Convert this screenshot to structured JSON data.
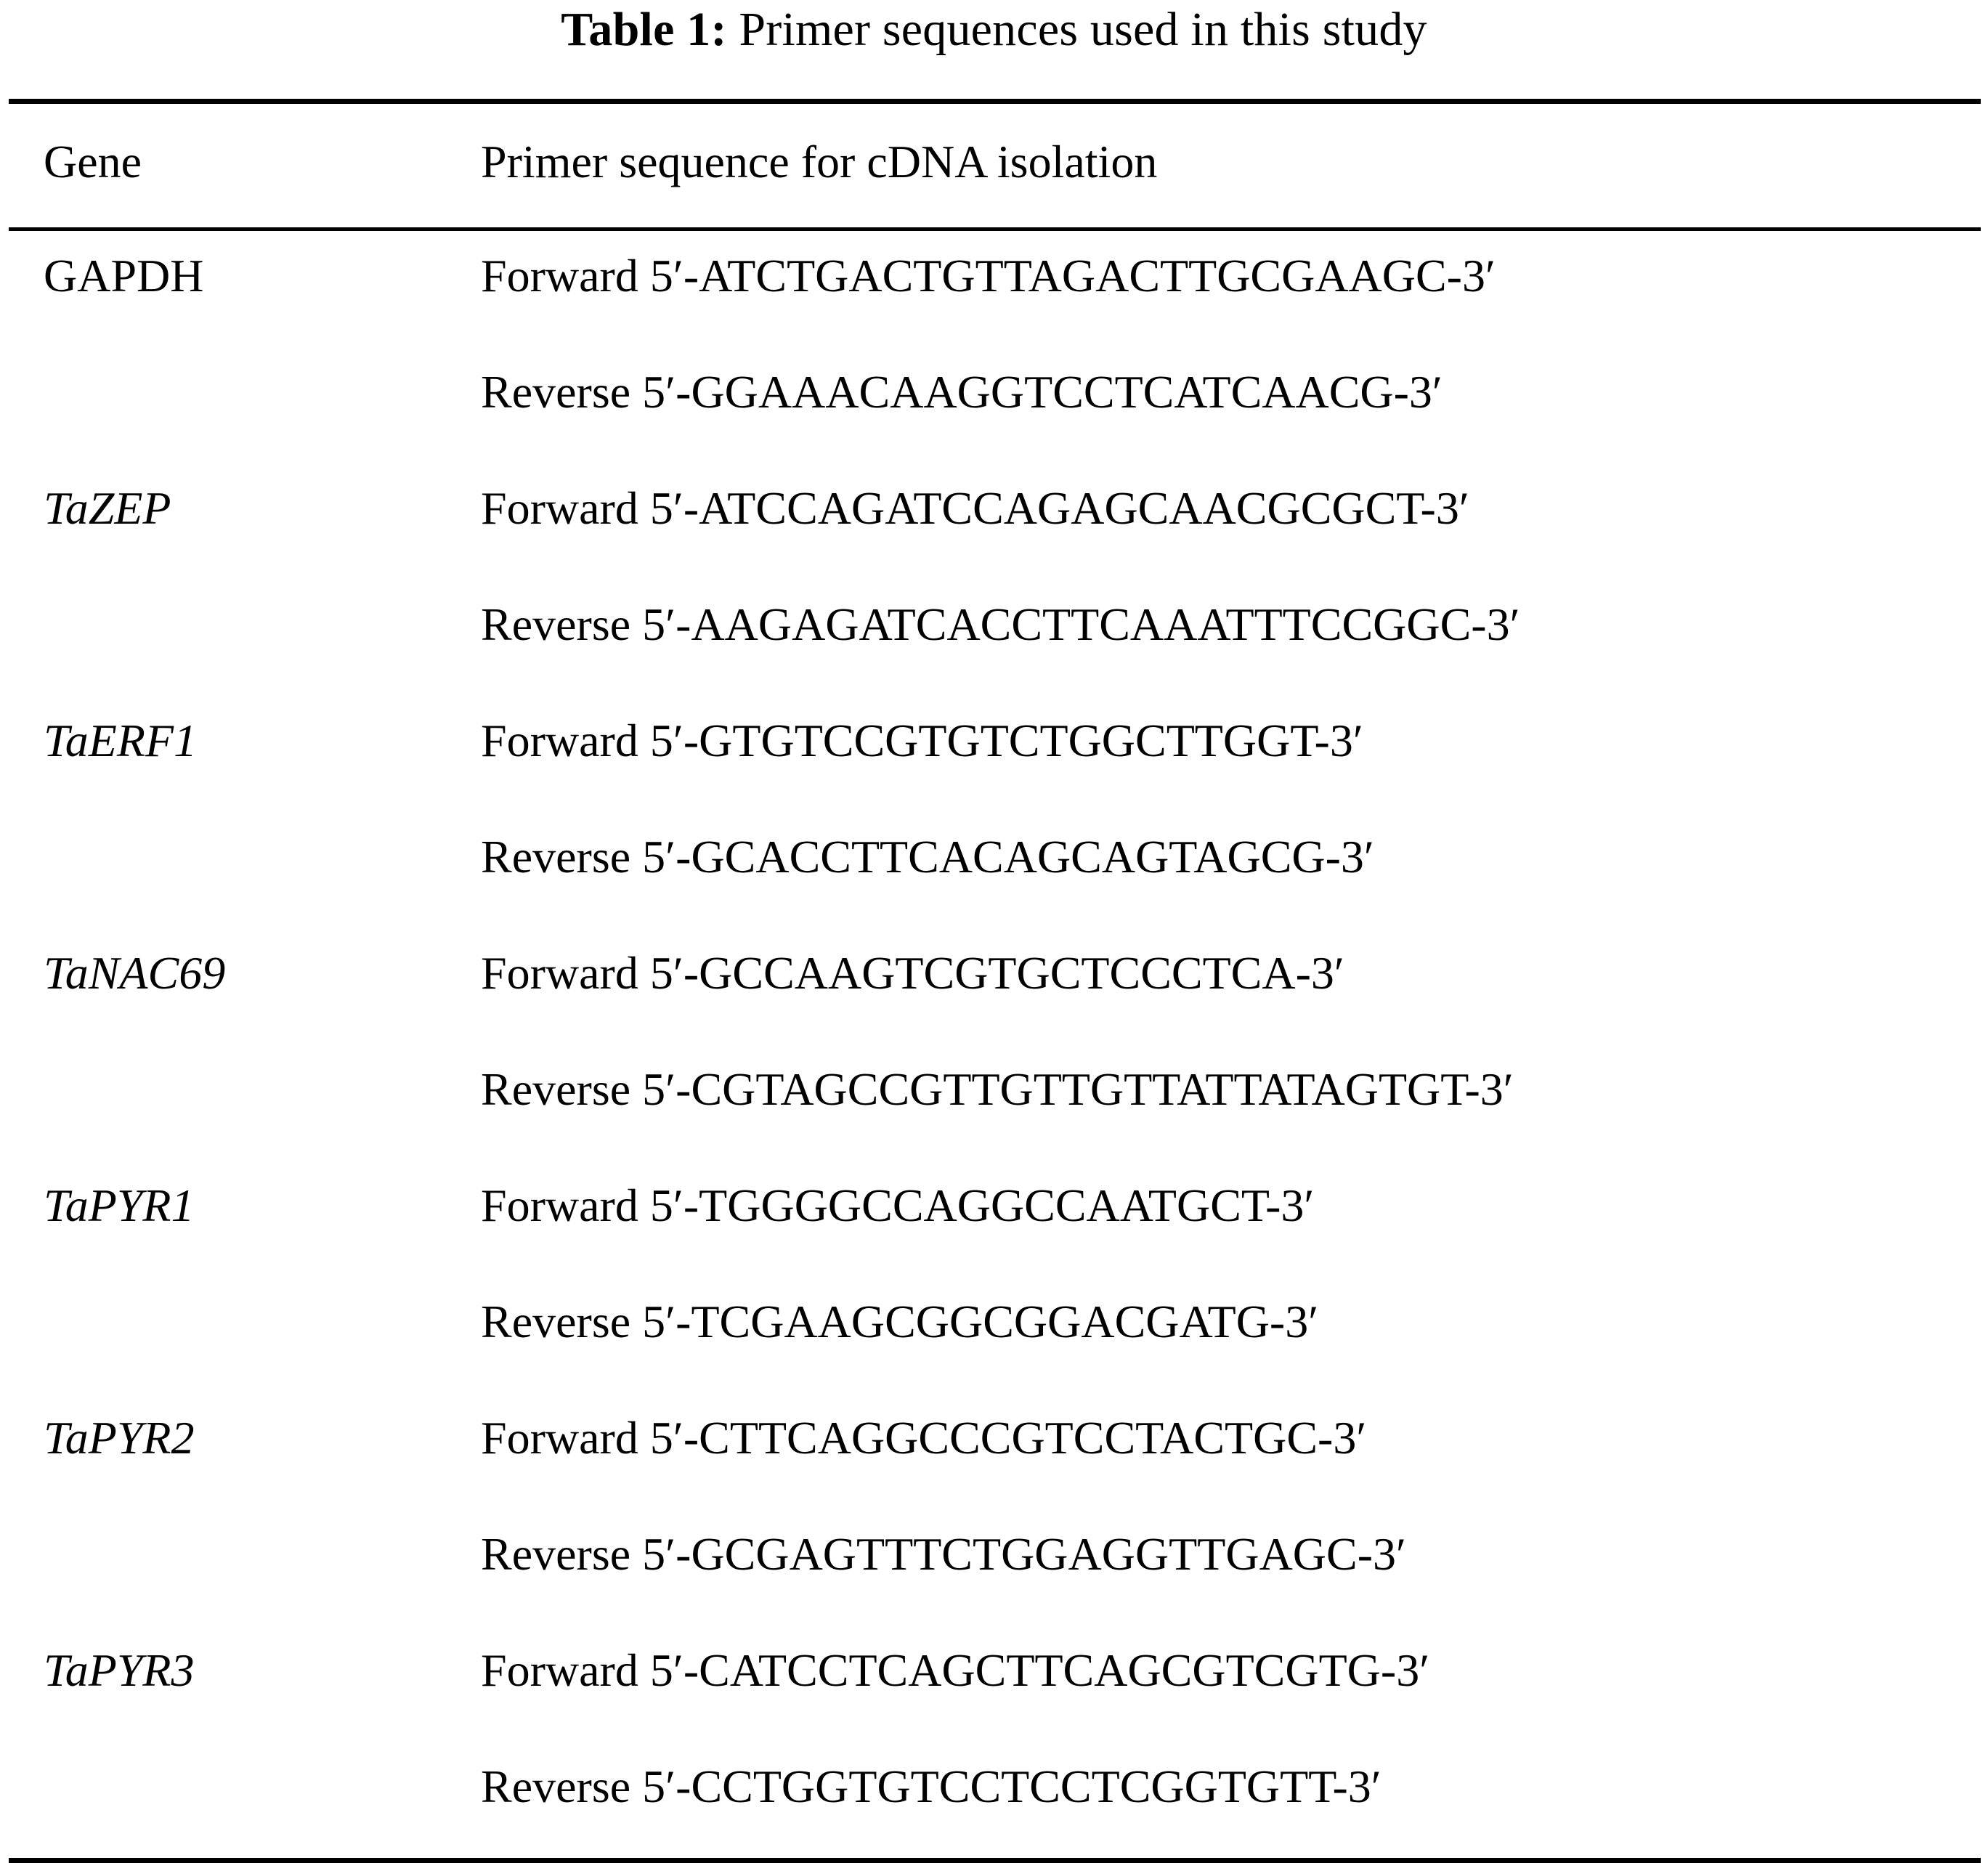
{
  "caption": {
    "label": "Table 1:",
    "text": "Primer sequences used in this study"
  },
  "columns": {
    "gene": "Gene",
    "sequence": "Primer sequence for cDNA isolation"
  },
  "labels": {
    "forward": "Forward",
    "reverse": "Reverse",
    "five_prime": "5′-",
    "three_prime": "-3′"
  },
  "chart_data": {
    "type": "table",
    "title": "Table 1: Primer sequences used in this study",
    "columns": [
      "Gene",
      "Primer sequence for cDNA isolation"
    ],
    "rows": [
      {
        "gene": "GAPDH",
        "italic": false,
        "direction": "Forward",
        "sequence": "ATCTGACTGTTAGACTTGCGAAGC"
      },
      {
        "gene": "",
        "italic": false,
        "direction": "Reverse",
        "sequence": "GGAAACAAGGTCCTCATCAACG"
      },
      {
        "gene": "TaZEP",
        "italic": true,
        "direction": "Forward",
        "sequence": "ATCCAGATCCAGAGCAACGCGCT"
      },
      {
        "gene": "",
        "italic": false,
        "direction": "Reverse",
        "sequence": "AAGAGATCACCTTCAAATTTCCGGC"
      },
      {
        "gene": "TaERF1",
        "italic": true,
        "direction": "Forward",
        "sequence": "GTGTCCGTGTCTGGCTTGGT"
      },
      {
        "gene": "",
        "italic": false,
        "direction": "Reverse",
        "sequence": "GCACCTTCACAGCAGTAGCG"
      },
      {
        "gene": "TaNAC69",
        "italic": true,
        "direction": "Forward",
        "sequence": "GCCAAGTCGTGCTCCCTCA"
      },
      {
        "gene": "",
        "italic": false,
        "direction": "Reverse",
        "sequence": "CGTAGCCGTTGTTGTTATTATAGTGT"
      },
      {
        "gene": "TaPYR1",
        "italic": true,
        "direction": "Forward",
        "sequence": "TGGGGCCAGGCCAATGCT"
      },
      {
        "gene": "",
        "italic": false,
        "direction": "Reverse",
        "sequence": "TCGAAGCGGCGGACGATG"
      },
      {
        "gene": "TaPYR2",
        "italic": true,
        "direction": "Forward",
        "sequence": "CTTCAGGCCCGTCCTACTGC"
      },
      {
        "gene": "",
        "italic": false,
        "direction": "Reverse",
        "sequence": "GCGAGTTTCTGGAGGTTGAGC"
      },
      {
        "gene": "TaPYR3",
        "italic": true,
        "direction": "Forward",
        "sequence": "CATCCTCAGCTTCAGCGTCGTG"
      },
      {
        "gene": "",
        "italic": false,
        "direction": "Reverse",
        "sequence": "CCTGGTGTCCTCCTCGGTGTT"
      }
    ]
  },
  "rows": [
    {
      "gene": "GAPDH",
      "italic": false,
      "direction": "Forward",
      "sequence": "ATCTGACTGTTAGACTTGCGAAGC",
      "full": "Forward 5′-ATCTGACTGTTAGACTTGCGAAGC-3′"
    },
    {
      "gene": "",
      "italic": false,
      "direction": "Reverse",
      "sequence": "GGAAACAAGGTCCTCATCAACG",
      "full": "Reverse 5′-GGAAACAAGGTCCTCATCAACG-3′"
    },
    {
      "gene": "TaZEP",
      "italic": true,
      "direction": "Forward",
      "sequence": "ATCCAGATCCAGAGCAACGCGCT",
      "full": "Forward 5′-ATCCAGATCCAGAGCAACGCGCT-3′"
    },
    {
      "gene": "",
      "italic": false,
      "direction": "Reverse",
      "sequence": "AAGAGATCACCTTCAAATTTCCGGC",
      "full": "Reverse 5′-AAGAGATCACCTTCAAATTTCCGGC-3′"
    },
    {
      "gene": "TaERF1",
      "italic": true,
      "direction": "Forward",
      "sequence": "GTGTCCGTGTCTGGCTTGGT",
      "full": "Forward 5′-GTGTCCGTGTCTGGCTTGGT-3′"
    },
    {
      "gene": "",
      "italic": false,
      "direction": "Reverse",
      "sequence": "GCACCTTCACAGCAGTAGCG",
      "full": "Reverse 5′-GCACCTTCACAGCAGTAGCG-3′"
    },
    {
      "gene": "TaNAC69",
      "italic": true,
      "direction": "Forward",
      "sequence": "GCCAAGTCGTGCTCCCTCA",
      "full": "Forward 5′-GCCAAGTCGTGCTCCCTCA-3′"
    },
    {
      "gene": "",
      "italic": false,
      "direction": "Reverse",
      "sequence": "CGTAGCCGTTGTTGTTATTATAGTGT",
      "full": "Reverse 5′-CGTAGCCGTTGTTGTTATTATAGTGT-3′"
    },
    {
      "gene": "TaPYR1",
      "italic": true,
      "direction": "Forward",
      "sequence": "TGGGGCCAGGCCAATGCT",
      "full": "Forward 5′-TGGGGCCAGGCCAATGCT-3′"
    },
    {
      "gene": "",
      "italic": false,
      "direction": "Reverse",
      "sequence": "TCGAAGCGGCGGACGATG",
      "full": "Reverse 5′-TCGAAGCGGCGGACGATG-3′"
    },
    {
      "gene": "TaPYR2",
      "italic": true,
      "direction": "Forward",
      "sequence": "CTTCAGGCCCGTCCTACTGC",
      "full": "Forward 5′-CTTCAGGCCCGTCCTACTGC-3′"
    },
    {
      "gene": "",
      "italic": false,
      "direction": "Reverse",
      "sequence": "GCGAGTTTCTGGAGGTTGAGC",
      "full": "Reverse 5′-GCGAGTTTCTGGAGGTTGAGC-3′"
    },
    {
      "gene": "TaPYR3",
      "italic": true,
      "direction": "Forward",
      "sequence": "CATCCTCAGCTTCAGCGTCGTG",
      "full": "Forward 5′-CATCCTCAGCTTCAGCGTCGTG-3′"
    },
    {
      "gene": "",
      "italic": false,
      "direction": "Reverse",
      "sequence": "CCTGGTGTCCTCCTCGGTGTT",
      "full": "Reverse 5′-CCTGGTGTCCTCCTCGGTGTT-3′"
    }
  ]
}
